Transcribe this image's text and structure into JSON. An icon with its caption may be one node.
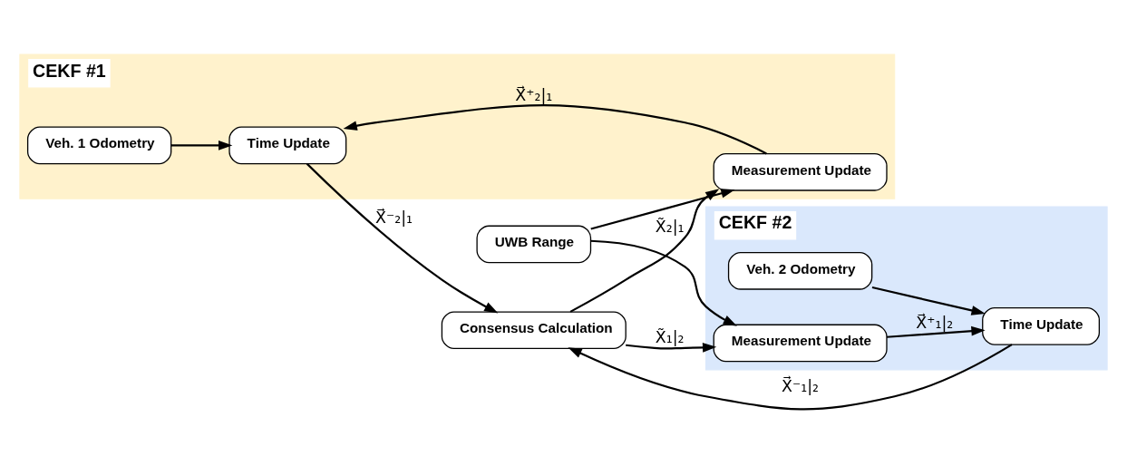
{
  "diagram": {
    "nodes": [
      {
        "text": [
          "CEKF #1"
        ]
      },
      {
        "text": [
          "Veh. 1 Odometry"
        ],
        "in": 0
      },
      {
        "text": [
          "Time Update"
        ],
        "in": 0
      },
      {
        "text": [
          "Measurement Update"
        ],
        "in": 0
      },
      {
        "text": [
          "Consensus Calculation"
        ]
      },
      {
        "text": [
          "UWB Range"
        ]
      },
      {
        "text": [
          "CEKF #2"
        ]
      },
      {
        "text": [
          "Veh. 2 Odometry"
        ],
        "in": 6
      },
      {
        "text": [
          "Time Update"
        ],
        "in": 6
      },
      {
        "text": [
          "Measurement Update"
        ],
        "in": 6
      }
    ],
    "edges": [
      {
        "from": 1,
        "to": 2,
        "arrow": "to"
      },
      {
        "from": 3,
        "to": 2,
        "arrow": "to",
        "label": "X⃗⁺₂|₁"
      },
      {
        "from": 2,
        "to": 4,
        "arrow": "to",
        "label": "X⃗⁻₂|₁"
      },
      {
        "from": 8,
        "to": 4,
        "arrow": "to",
        "label": "X⃗⁻₁|₂"
      },
      {
        "from": 4,
        "to": 3,
        "arrow": "to",
        "label": "X̃₂|₁"
      },
      {
        "from": 4,
        "to": 9,
        "arrow": "to",
        "label": "X̃₁|₂"
      },
      {
        "from": 5,
        "to": 3,
        "arrow": "to"
      },
      {
        "from": 5,
        "to": 9,
        "arrow": "to"
      },
      {
        "from": 7,
        "to": 8,
        "arrow": "to"
      },
      {
        "from": 9,
        "to": 8,
        "arrow": "to",
        "label": "X⃗⁺₁|₂"
      }
    ]
  }
}
